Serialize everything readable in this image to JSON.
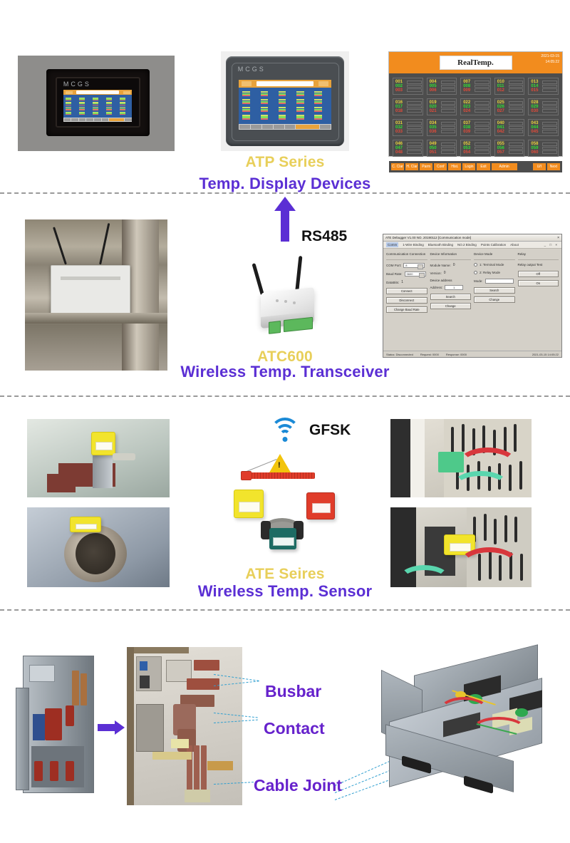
{
  "sections": [
    {
      "id": "display-devices",
      "product_code": "ATP Series",
      "product_name": "Temp. Display Devices"
    },
    {
      "id": "transceiver",
      "product_code": "ATC600",
      "product_name": "Wireless Temp. Transceiver",
      "link_label": "RS485"
    },
    {
      "id": "sensors",
      "product_code": "ATE Seires",
      "product_name": "Wireless Temp. Sensor",
      "link_label": "GFSK"
    },
    {
      "id": "switchgear",
      "callouts": [
        "Busbar",
        "Contact",
        "Cable Joint"
      ]
    }
  ],
  "hmi": {
    "brand": "MCGS"
  },
  "realtemp": {
    "title": "RealTemp.",
    "timestamp_line1": "2021-03-15",
    "timestamp_line2": "14:05:22",
    "groups": [
      {
        "channels": [
          "001",
          "002",
          "003"
        ]
      },
      {
        "channels": [
          "004",
          "005",
          "006"
        ]
      },
      {
        "channels": [
          "007",
          "008",
          "009"
        ]
      },
      {
        "channels": [
          "010",
          "011",
          "012"
        ]
      },
      {
        "channels": [
          "013",
          "014",
          "015"
        ]
      },
      {
        "channels": [
          "016",
          "017",
          "018"
        ]
      },
      {
        "channels": [
          "019",
          "020",
          "021"
        ]
      },
      {
        "channels": [
          "022",
          "023",
          "024"
        ]
      },
      {
        "channels": [
          "025",
          "026",
          "027"
        ]
      },
      {
        "channels": [
          "028",
          "029",
          "030"
        ]
      },
      {
        "channels": [
          "031",
          "032",
          "033"
        ]
      },
      {
        "channels": [
          "034",
          "035",
          "036"
        ]
      },
      {
        "channels": [
          "037",
          "038",
          "039"
        ]
      },
      {
        "channels": [
          "040",
          "041",
          "042"
        ]
      },
      {
        "channels": [
          "043",
          "044",
          "045"
        ]
      },
      {
        "channels": [
          "046",
          "047",
          "048"
        ]
      },
      {
        "channels": [
          "049",
          "050",
          "051"
        ]
      },
      {
        "channels": [
          "052",
          "053",
          "054"
        ]
      },
      {
        "channels": [
          "055",
          "056",
          "057"
        ]
      },
      {
        "channels": [
          "058",
          "059",
          "060"
        ]
      }
    ],
    "buttons": [
      "C. Clar",
      "H. Clar",
      "Parm",
      "Conf",
      "Hist.",
      "Login",
      "Exit",
      "Admin",
      "U/I",
      "Next"
    ]
  },
  "config_app": {
    "window_title": "ATE Debugger V1.00 NO. 20190112  [Communication mode]",
    "close_label": "×",
    "menu": [
      "Comm",
      "1-Wire Binding",
      "Bluetooth Binding",
      "NO.2 Binding",
      "Points Calibration",
      "About"
    ],
    "menu_controls": "_ □ ×",
    "group_comm": "Communication Connection",
    "group_device_info": "Device Information",
    "group_device_mode": "Device Mode",
    "group_relay": "Relay",
    "fields": {
      "com_port_label": "COM Port:",
      "com_port_value": "8",
      "baud_rate_label": "Baud Rate:",
      "baud_rate_value": "9600",
      "data_bits_label": "DataBits:",
      "data_bits_value": "1",
      "module_name_label": "Module Name:",
      "module_name_value": "0",
      "version_label": "Version:",
      "version_value": "0",
      "device_address_label": "Device address",
      "address_label": "Address:",
      "address_value": "1",
      "mode_label": "Mode:",
      "mode_value": "",
      "relay_output_label": "Relay output Test"
    },
    "radio_terminal": "1: Terminal Mode",
    "radio_relay": "2: Relay Mode",
    "buttons": {
      "connect": "Connect",
      "disconnect": "Disconnect",
      "change_baud": "Change Baud Rate",
      "search": "Search",
      "change": "Change",
      "search2": "Search",
      "change2": "Change",
      "off": "Off",
      "on": "On"
    },
    "status": [
      "Status: Disconnected",
      "Request: 0000",
      "Response: 0000",
      "2021-03-15 14:05:22"
    ]
  },
  "colors": {
    "gold": "#e8cf5a",
    "purple": "#5b2fd4",
    "callout_purple": "#6622cc",
    "wifi_blue": "#1b8ad6",
    "orange": "#f28c1e",
    "lead_line": "#2f9fd0"
  }
}
